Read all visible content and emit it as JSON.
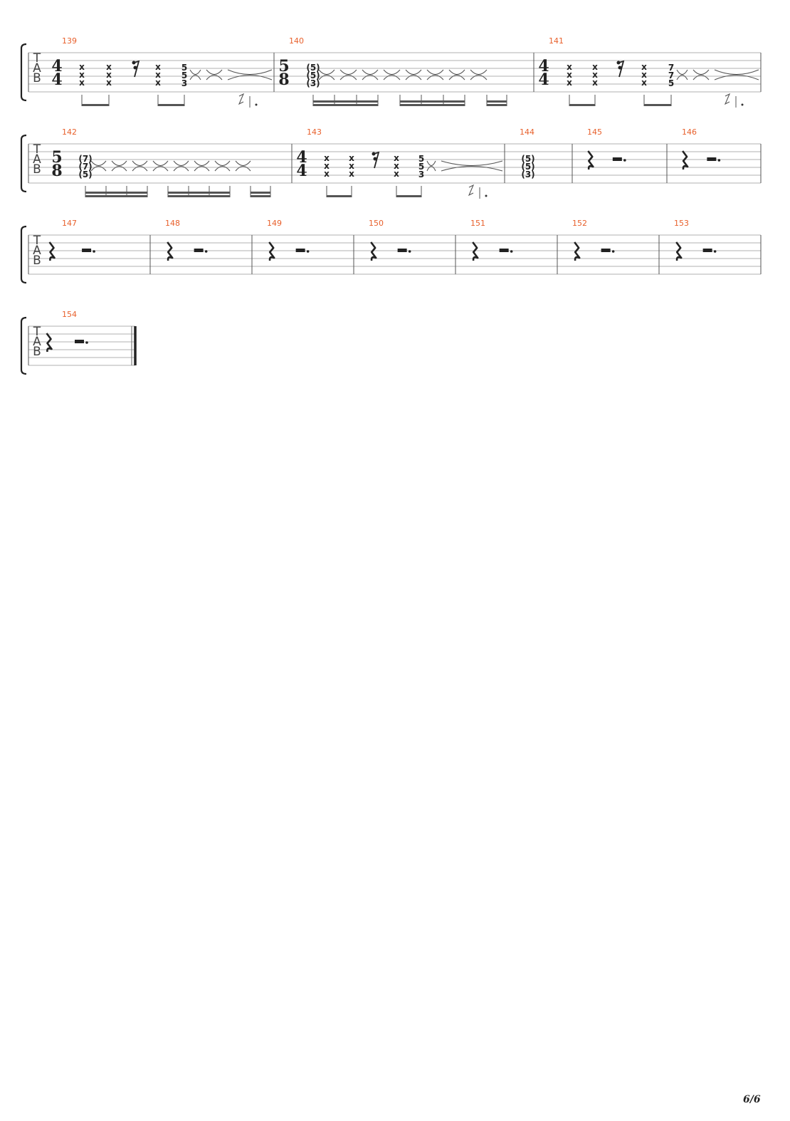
{
  "tab_clef": [
    "T",
    "A",
    "B"
  ],
  "page_number": "6/6",
  "systems": [
    {
      "measures": [
        {
          "number": "139",
          "time_signature": [
            "4",
            "4"
          ],
          "beats": [
            {
              "frets": [
                "x",
                "x",
                "x"
              ]
            },
            {
              "frets": [
                "x",
                "x",
                "x"
              ]
            },
            {
              "rest": "sixteenth"
            },
            {
              "frets": [
                "x",
                "x",
                "x"
              ]
            },
            {
              "frets": [
                "5",
                "5",
                "3"
              ]
            },
            {
              "tie": true
            },
            {
              "tie": true
            },
            {
              "tie_long": true
            }
          ]
        },
        {
          "number": "140",
          "time_signature": [
            "5",
            "8"
          ],
          "beats": [
            {
              "frets": [
                "(5)",
                "(5)",
                "(3)"
              ]
            },
            {
              "tie": true
            },
            {
              "tie": true
            },
            {
              "tie": true
            },
            {
              "tie": true
            },
            {
              "tie": true
            },
            {
              "tie": true
            },
            {
              "tie": true
            },
            {
              "tie": true
            }
          ]
        },
        {
          "number": "141",
          "time_signature": [
            "4",
            "4"
          ],
          "beats": [
            {
              "frets": [
                "x",
                "x",
                "x"
              ]
            },
            {
              "frets": [
                "x",
                "x",
                "x"
              ]
            },
            {
              "rest": "sixteenth"
            },
            {
              "frets": [
                "x",
                "x",
                "x"
              ]
            },
            {
              "frets": [
                "7",
                "7",
                "5"
              ]
            },
            {
              "tie": true
            },
            {
              "tie": true
            },
            {
              "tie_long": true
            }
          ]
        }
      ]
    },
    {
      "measures": [
        {
          "number": "142",
          "time_signature": [
            "5",
            "8"
          ],
          "beats": [
            {
              "frets": [
                "(7)",
                "(7)",
                "(5)"
              ]
            },
            {
              "tie": true
            },
            {
              "tie": true
            },
            {
              "tie": true
            },
            {
              "tie": true
            },
            {
              "tie": true
            },
            {
              "tie": true
            },
            {
              "tie": true
            },
            {
              "tie": true
            }
          ]
        },
        {
          "number": "143",
          "time_signature": [
            "4",
            "4"
          ],
          "beats": [
            {
              "frets": [
                "x",
                "x",
                "x"
              ]
            },
            {
              "frets": [
                "x",
                "x",
                "x"
              ]
            },
            {
              "rest": "sixteenth"
            },
            {
              "frets": [
                "x",
                "x",
                "x"
              ]
            },
            {
              "frets": [
                "5",
                "5",
                "3"
              ]
            },
            {
              "tie": true
            },
            {
              "tie_long": true
            }
          ]
        },
        {
          "number": "144",
          "beats": [
            {
              "frets": [
                "(5)",
                "(5)",
                "(3)"
              ]
            }
          ]
        },
        {
          "number": "145",
          "beats": [
            {
              "rest": "quarter"
            },
            {
              "rest": "dotted-half"
            }
          ]
        },
        {
          "number": "146",
          "beats": [
            {
              "rest": "quarter"
            },
            {
              "rest": "dotted-half"
            }
          ]
        }
      ]
    },
    {
      "measures": [
        {
          "number": "147",
          "beats": [
            {
              "rest": "quarter"
            },
            {
              "rest": "dotted-half"
            }
          ]
        },
        {
          "number": "148",
          "beats": [
            {
              "rest": "quarter"
            },
            {
              "rest": "dotted-half"
            }
          ]
        },
        {
          "number": "149",
          "beats": [
            {
              "rest": "quarter"
            },
            {
              "rest": "dotted-half"
            }
          ]
        },
        {
          "number": "150",
          "beats": [
            {
              "rest": "quarter"
            },
            {
              "rest": "dotted-half"
            }
          ]
        },
        {
          "number": "151",
          "beats": [
            {
              "rest": "quarter"
            },
            {
              "rest": "dotted-half"
            }
          ]
        },
        {
          "number": "152",
          "beats": [
            {
              "rest": "quarter"
            },
            {
              "rest": "dotted-half"
            }
          ]
        },
        {
          "number": "153",
          "beats": [
            {
              "rest": "quarter"
            },
            {
              "rest": "dotted-half"
            }
          ]
        }
      ]
    },
    {
      "measures": [
        {
          "number": "154",
          "beats": [
            {
              "rest": "quarter"
            },
            {
              "rest": "dotted-half"
            }
          ],
          "final_barline": true
        }
      ]
    }
  ],
  "colors": {
    "measure_number": "#e8602c",
    "staff_line": "#b0b0b0",
    "ink": "#222222"
  }
}
